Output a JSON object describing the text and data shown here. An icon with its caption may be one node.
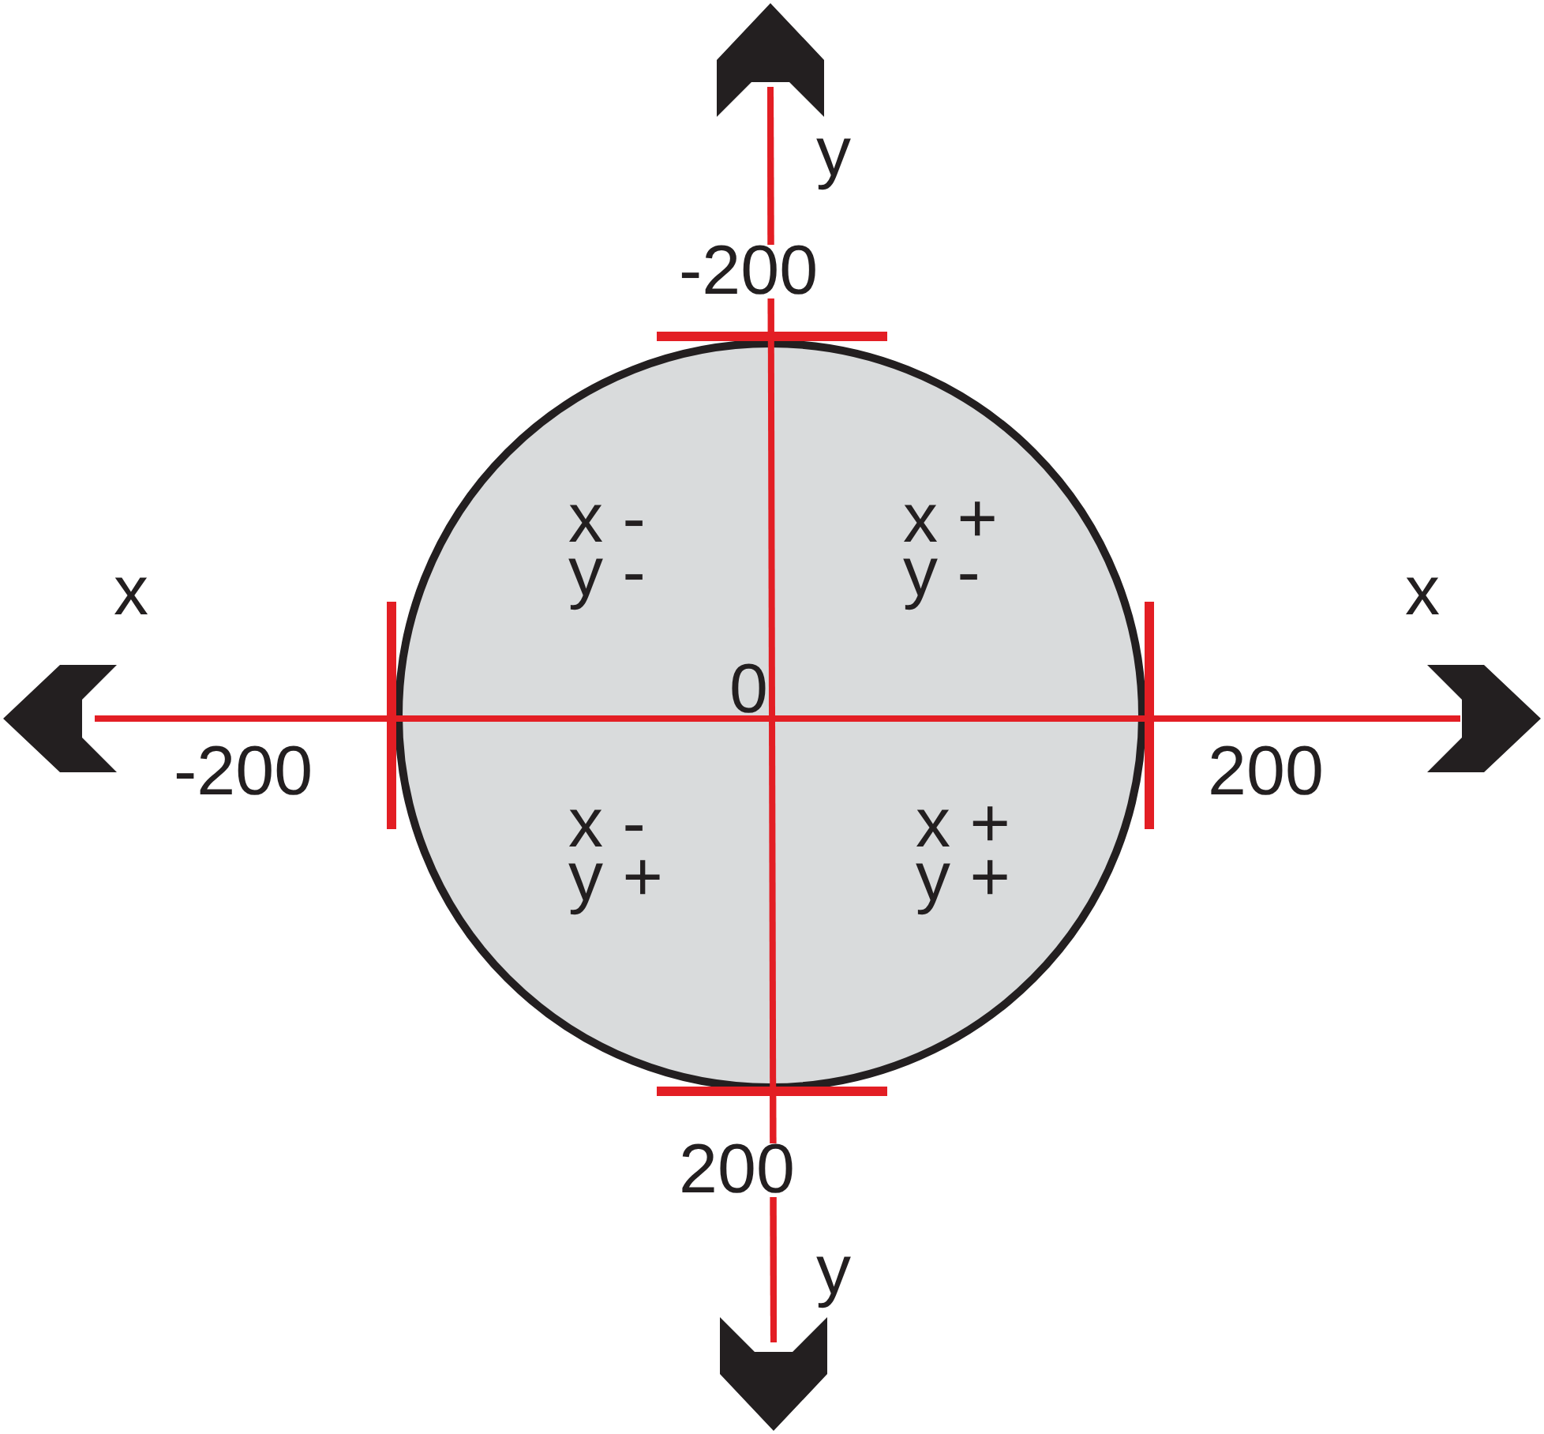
{
  "diagram": {
    "nodes": [
      {
        "text": [
          "x - y -",
          "x + y -",
          "0",
          "x - y +",
          "x + y +"
        ]
      }
    ],
    "edges": [],
    "labels": [
      "y",
      "-200",
      "x",
      "x",
      "-200",
      "200",
      "200",
      "y"
    ]
  }
}
